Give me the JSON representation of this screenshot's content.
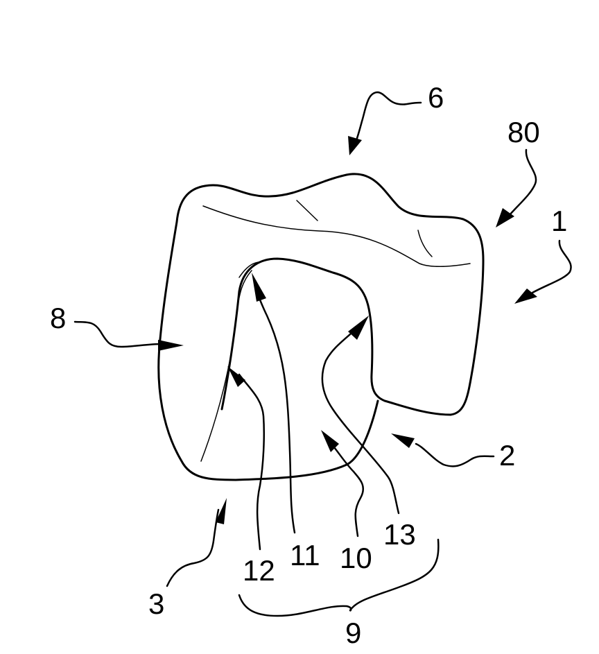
{
  "figure": {
    "type": "patent-line-drawing",
    "subject": "tooth crown / dental restoration",
    "colors": {
      "stroke": "#000000",
      "background": "#ffffff"
    },
    "reference_numerals": {
      "n1": "1",
      "n2": "2",
      "n3": "3",
      "n6": "6",
      "n8": "8",
      "n9": "9",
      "n10": "10",
      "n11": "11",
      "n12": "12",
      "n13": "13",
      "n80": "80"
    }
  }
}
